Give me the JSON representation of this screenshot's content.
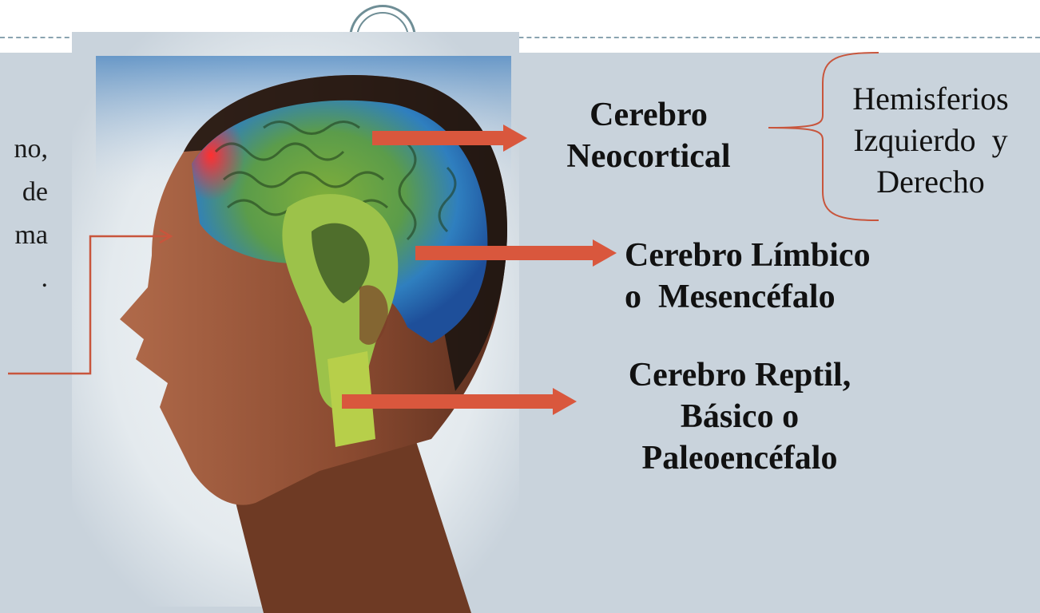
{
  "colors": {
    "background": "#c9d3dc",
    "arrow": "#d9573d",
    "ornament": "#6f8e96",
    "text": "#111111"
  },
  "left_text_fragments": [
    "no,",
    "de",
    "ma",
    "."
  ],
  "labels": {
    "neocortical": [
      "Cerebro",
      "Neocortical"
    ],
    "hemispheres": [
      "Hemisferios",
      "Izquierdo  y",
      "Derecho"
    ],
    "limbic": [
      "Cerebro Límbico",
      "o  Mesencéfalo"
    ],
    "reptile": [
      "Cerebro Reptil,",
      "Básico o",
      "Paleoencéfalo"
    ]
  }
}
